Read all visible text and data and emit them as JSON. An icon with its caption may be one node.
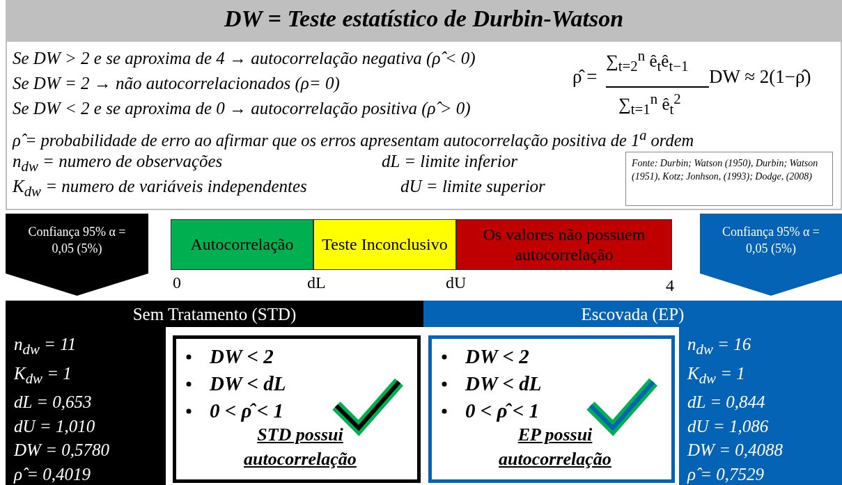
{
  "diagram": {
    "title": "DW = Teste estatístico de Durbin-Watson",
    "nodes": [
      {
        "text": [
          "Confiança 95% α = 0,05 (5%)"
        ]
      },
      {
        "text": [
          "Autocorrelação"
        ]
      },
      {
        "text": [
          "Teste Inconclusivo"
        ]
      },
      {
        "text": [
          "Os valores não possuem autocorrelação"
        ]
      },
      {
        "text": [
          "Confiança 95% α = 0,05 (5%)"
        ]
      },
      {
        "text": [
          "Sem Tratamento (STD)"
        ]
      },
      {
        "text": [
          "Escovada (EP)"
        ]
      },
      {
        "text": [
          "n$_{dw}$ = 11",
          "K$_{dw}$ = 1",
          "dL = 0,653",
          "dU = 1,010",
          "DW = 0,5780",
          "ρ̂ = 0,4019"
        ]
      },
      {
        "text": [
          "DW < 2",
          "DW < dL",
          "0 < ρ̂ < 1",
          "STD possui autocorrelação"
        ]
      },
      {
        "text": [
          "DW < 2",
          "DW < dL",
          "0 < ρ̂ < 1",
          "EP possui autocorrelação"
        ]
      },
      {
        "text": [
          "n$_{dw}$ = 16",
          "K$_{dw}$ = 1",
          "dL = 0,844",
          "dU = 1,086",
          "DW = 0,4088",
          "ρ̂ = 0,7529"
        ]
      }
    ],
    "labels": [
      "Se DW > 2 e se aproxima de 4 → autocorrelação negativa (ρ̂ < 0)",
      "Se DW = 2 →  não autocorrelacionados (ρ= 0)",
      "Se  DW < 2 e se aproxima de 0 → autocorrelação positiva (ρ̂ > 0)",
      "ρ̂ =",
      "∑$_{t=2}$$^{n}$ ê$_{t}$ê$_{t−1}$",
      "∑$_{t=1}$$^{n}$ ê$_{t}$$^{2}$",
      "DW ≈ 2(1−ρ̂)",
      "ρ̂ = probabilidade de erro ao afirmar que os erros apresentam autocorrelação positiva de 1$^{a}$ ordem",
      "n$_{dw}$ = numero de observações",
      "dL = limite inferior",
      "K$_{dw}$ = numero de variáveis independentes",
      "dU = limite superior",
      "Fonte: Durbin; Watson (1950), Durbin; Watson (1951), Kotz; Jonhson, (1993); Dodge, (2008)",
      "0",
      "dL",
      "dU",
      "4"
    ]
  }
}
